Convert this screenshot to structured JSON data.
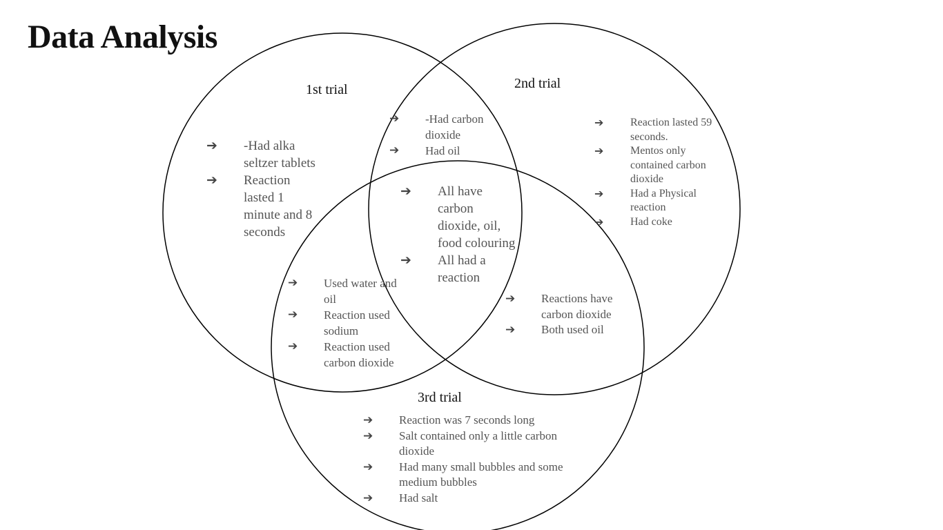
{
  "title": "Data Analysis",
  "diagram": {
    "sets": {
      "trial1": "1st trial",
      "trial2": "2nd trial",
      "trial3": "3rd trial"
    },
    "bullet_icon": "right-arrow-icon",
    "regions": {
      "trial1_only": [
        "-Had alka seltzer tablets",
        "Reaction lasted 1 minute and 8 seconds"
      ],
      "trial1_trial2": [
        "-Had carbon dioxide",
        "Had oil"
      ],
      "trial2_only": [
        "Reaction lasted 59 seconds.",
        "Mentos only contained carbon dioxide",
        "Had a Physical reaction",
        "Had coke"
      ],
      "all_three": [
        "All have carbon dioxide, oil, food colouring",
        "All had a reaction"
      ],
      "trial1_trial3": [
        "Used water and oil",
        "Reaction used sodium",
        "Reaction used carbon dioxide"
      ],
      "trial2_trial3": [
        "Reactions have carbon dioxide",
        "Both used oil"
      ],
      "trial3_only": [
        "Reaction was 7 seconds long",
        "Salt contained only a little carbon dioxide",
        "Had many small bubbles and some medium bubbles",
        "Had salt"
      ]
    }
  }
}
